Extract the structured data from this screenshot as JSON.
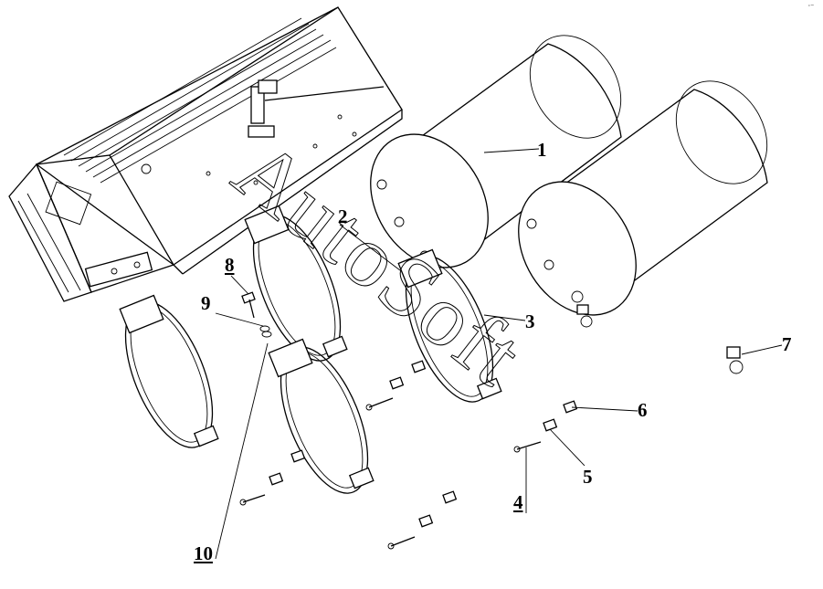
{
  "callouts": [
    {
      "num": "1",
      "underline": false
    },
    {
      "num": "2",
      "underline": false
    },
    {
      "num": "3",
      "underline": false
    },
    {
      "num": "4",
      "underline": true
    },
    {
      "num": "5",
      "underline": false
    },
    {
      "num": "6",
      "underline": false
    },
    {
      "num": "7",
      "underline": false
    },
    {
      "num": "8",
      "underline": true
    },
    {
      "num": "9",
      "underline": false
    },
    {
      "num": "10",
      "underline": true
    }
  ],
  "watermark": "AutoSoft",
  "corner_mark": "·⁻ "
}
